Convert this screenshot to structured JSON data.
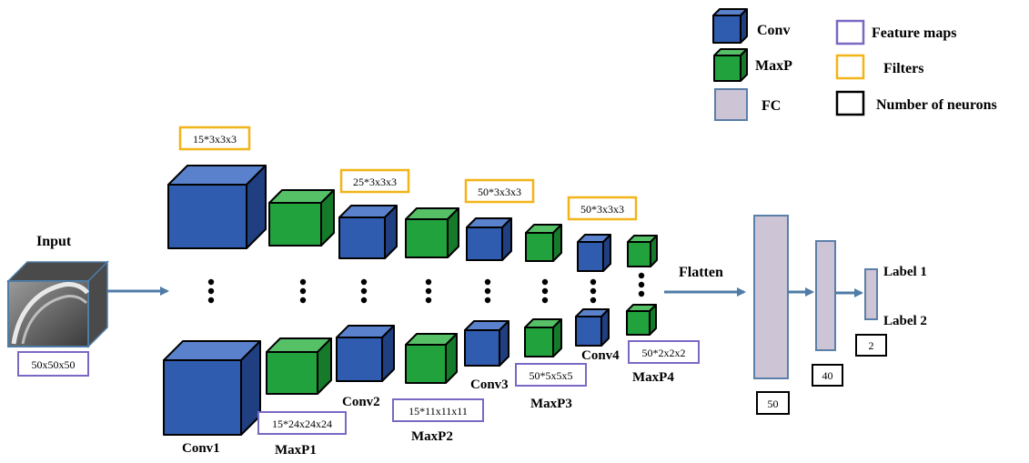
{
  "legend": {
    "conv": "Conv",
    "maxp": "MaxP",
    "fc": "FC",
    "feature_maps": "Feature maps",
    "filters": "Filters",
    "neurons": "Number of neurons"
  },
  "input": {
    "label": "Input",
    "size": "50x50x50"
  },
  "filters": {
    "f1": "15*3x3x3",
    "f2": "25*3x3x3",
    "f3": "50*3x3x3",
    "f4": "50*3x3x3"
  },
  "feature_maps": {
    "m1": "15*24x24x24",
    "m2": "15*11x11x11",
    "m3": "50*5x5x5",
    "m4": "50*2x2x2"
  },
  "layers": {
    "conv1": "Conv1",
    "maxp1": "MaxP1",
    "conv2": "Conv2",
    "maxp2": "MaxP2",
    "conv3": "Conv3",
    "maxp3": "MaxP3",
    "conv4": "Conv4",
    "maxp4": "MaxP4"
  },
  "flatten": "Flatten",
  "fc": {
    "n1": "50",
    "n2": "40",
    "n3": "2"
  },
  "outputs": {
    "label1": "Label 1",
    "label2": "Label 2"
  },
  "colors": {
    "conv_front": "#2f5cae",
    "conv_top": "#5a82cc",
    "conv_side": "#203f80",
    "maxp_front": "#22a23c",
    "maxp_top": "#56c067",
    "maxp_side": "#157a2a",
    "fc_fill": "#cdc4d6",
    "fc_stroke": "#5a7fa8",
    "feature_map_border": "#7b68c4",
    "filter_border": "#f2b418",
    "neuron_border": "#000000",
    "arrow": "#4f7ca6"
  }
}
